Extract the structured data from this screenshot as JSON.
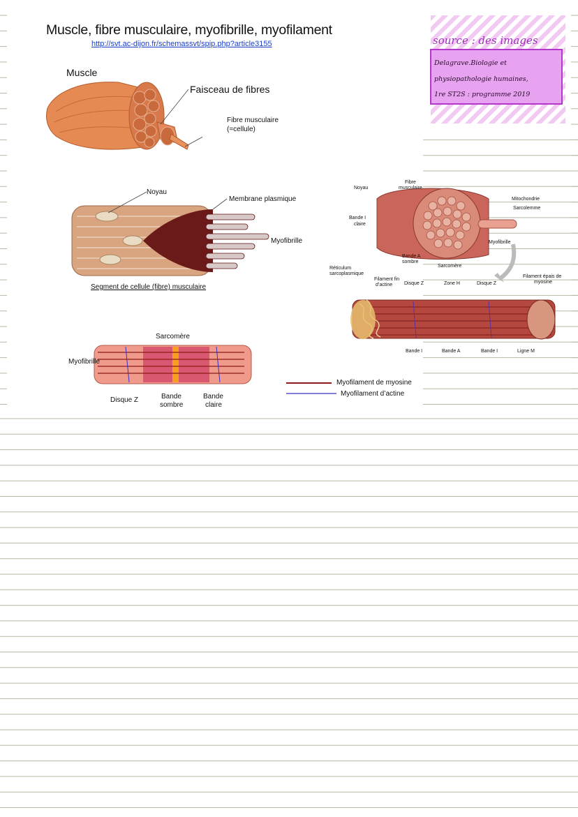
{
  "page": {
    "title": "Muscle, fibre musculaire, myofibrille, myofilament",
    "url": "http://svt.ac-dijon.fr/schemassvt/spip.php?article3155"
  },
  "note": {
    "heading": "source : des images",
    "lines": [
      "Delagrave.Biologie et",
      "physiopathologie humaines,",
      "1re ST2S : programme 2019"
    ]
  },
  "muscle_diagram": {
    "muscle": "Muscle",
    "faisceau": "Faisceau de fibres",
    "fibre": "Fibre musculaire",
    "fibre_note": "(=cellule)"
  },
  "segment_diagram": {
    "noyau": "Noyau",
    "membrane": "Membrane plasmique",
    "myofibrille": "Myofibrille",
    "caption": "Segment de cellule (fibre) musculaire"
  },
  "myofibril_diagram": {
    "sarcomere": "Sarcomère",
    "myofibrille": "Myofibrille",
    "disque_z": "Disque Z",
    "bande_sombre": [
      "Bande",
      "sombre"
    ],
    "bande_claire": [
      "Bande",
      "claire"
    ]
  },
  "legend": {
    "myosine": "Myofilament de myosine",
    "actine": "Myofilament d’actine",
    "myosine_color": "#8b1a1a",
    "actine_color": "#3b2fc4"
  },
  "right_diagram": {
    "noyau": "Noyau",
    "fibre": [
      "Fibre",
      "musculaire"
    ],
    "mitochondrie": "Mitochondrie",
    "sarcolemme": "Sarcolemme",
    "bande_i_claire": [
      "Bande I",
      "claire"
    ],
    "myofibrille": "Myofibrille",
    "bande_a_sombre": [
      "Bande A",
      "sombre"
    ],
    "sarcomere": "Sarcomère",
    "reticulum": [
      "Réticulum",
      "sarcoplasmique"
    ],
    "filament_fin": [
      "Filament fin",
      "d’actine"
    ],
    "disque_z_1": "Disque Z",
    "zone_h": "Zone H",
    "disque_z_2": "Disque Z",
    "filament_epais": [
      "Filament épais de",
      "myosine"
    ],
    "bande_i_1": "Bande I",
    "bande_a": "Bande A",
    "bande_i_2": "Bande I",
    "ligne_m": "Ligne M"
  }
}
